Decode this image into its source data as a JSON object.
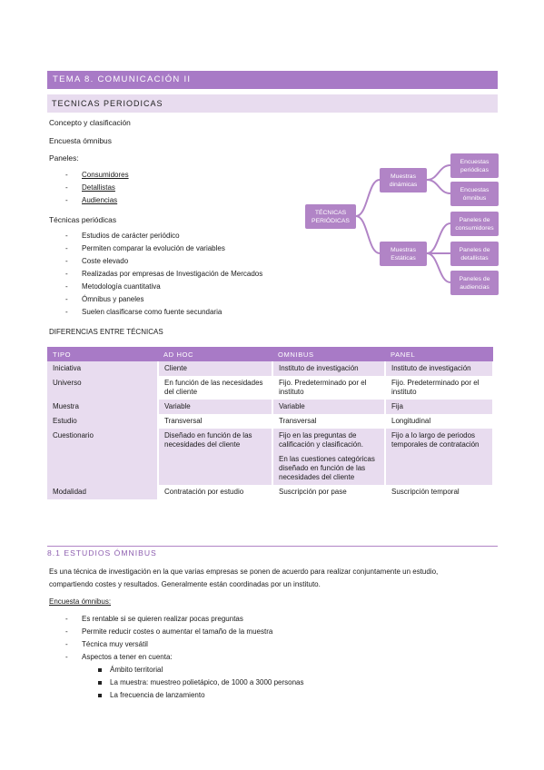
{
  "header": {
    "title": "TEMA 8. COMUNICACIÓN II"
  },
  "section": {
    "title": "TECNICAS PERIODICAS"
  },
  "left": {
    "concepto": "Concepto y clasificación",
    "encuesta": "Encuesta ómnibus",
    "paneles_label": "Paneles:",
    "paneles": [
      "Consumidores",
      "Detallistas",
      "Audiencias"
    ],
    "tecnicas_label": "Técnicas periódicas",
    "tecnicas": [
      "Estudios de carácter periódico",
      "Permiten comparar la evolución de variables",
      "Coste elevado",
      "Realizadas por empresas de Investigación de Mercados",
      "Metodología cuantitativa",
      "Ómnibus y paneles",
      "Suelen clasificarse como fuente secundaria"
    ]
  },
  "diagram": {
    "root": "TÉCNICAS PERIÓDICAS",
    "branch1": "Muestras dinámicas",
    "branch2": "Muestras Estáticas",
    "leaves1": [
      "Encuestas periódicas",
      "Encuestas ómnibus"
    ],
    "leaves2": [
      "Paneles de consumidores",
      "Paneles de detallistas",
      "Paneles de audiencias"
    ]
  },
  "diferencias": {
    "title": "DIFERENCIAS ENTRE TÉCNICAS",
    "headers": [
      "TIPO",
      "AD HOC",
      "OMNIBUS",
      "PANEL"
    ],
    "rows": [
      [
        "Iniciativa",
        "Cliente",
        "Instituto de investigación",
        "Instituto de investigación"
      ],
      [
        "Universo",
        "En función de las necesidades del cliente",
        "Fijo. Predeterminado por el instituto",
        "Fijo. Predeterminado por el instituto"
      ],
      [
        "Muestra",
        "Variable",
        "Variable",
        "Fija"
      ],
      [
        "Estudio",
        "Transversal",
        "Transversal",
        "Longitudinal"
      ],
      [
        "Cuestionario",
        "Diseñado en función de las necesidades del cliente",
        "Fijo en las preguntas de calificación y clasificación.",
        "Fijo a lo largo de periodos temporales de contratación"
      ],
      [
        "Modalidad",
        "Contratación por estudio",
        "Suscripción por pase",
        "Suscripción temporal"
      ]
    ],
    "cuestionario_omnibus_2": "En las cuestiones categóricas diseñado en función de las necesidades del cliente"
  },
  "estudios": {
    "title": "8.1 ESTUDIOS ÓMNIBUS",
    "para1": "Es una técnica de investigación en la que varias empresas se ponen de acuerdo para realizar conjuntamente un estudio,",
    "para2": "compartiendo costes y resultados. Generalmente están coordinadas por un instituto.",
    "label": "Encuesta ómnibus:",
    "items": [
      "Es rentable si se quieren realizar pocas preguntas",
      "Permite reducir costes o aumentar el tamaño de la muestra",
      "Técnica muy versátil",
      "Aspectos a tener en cuenta:"
    ],
    "subitems": [
      "Ámbito territorial",
      "La muestra: muestreo polietápico, de 1000 a 3000 personas",
      "La frecuencia de lanzamiento"
    ]
  }
}
